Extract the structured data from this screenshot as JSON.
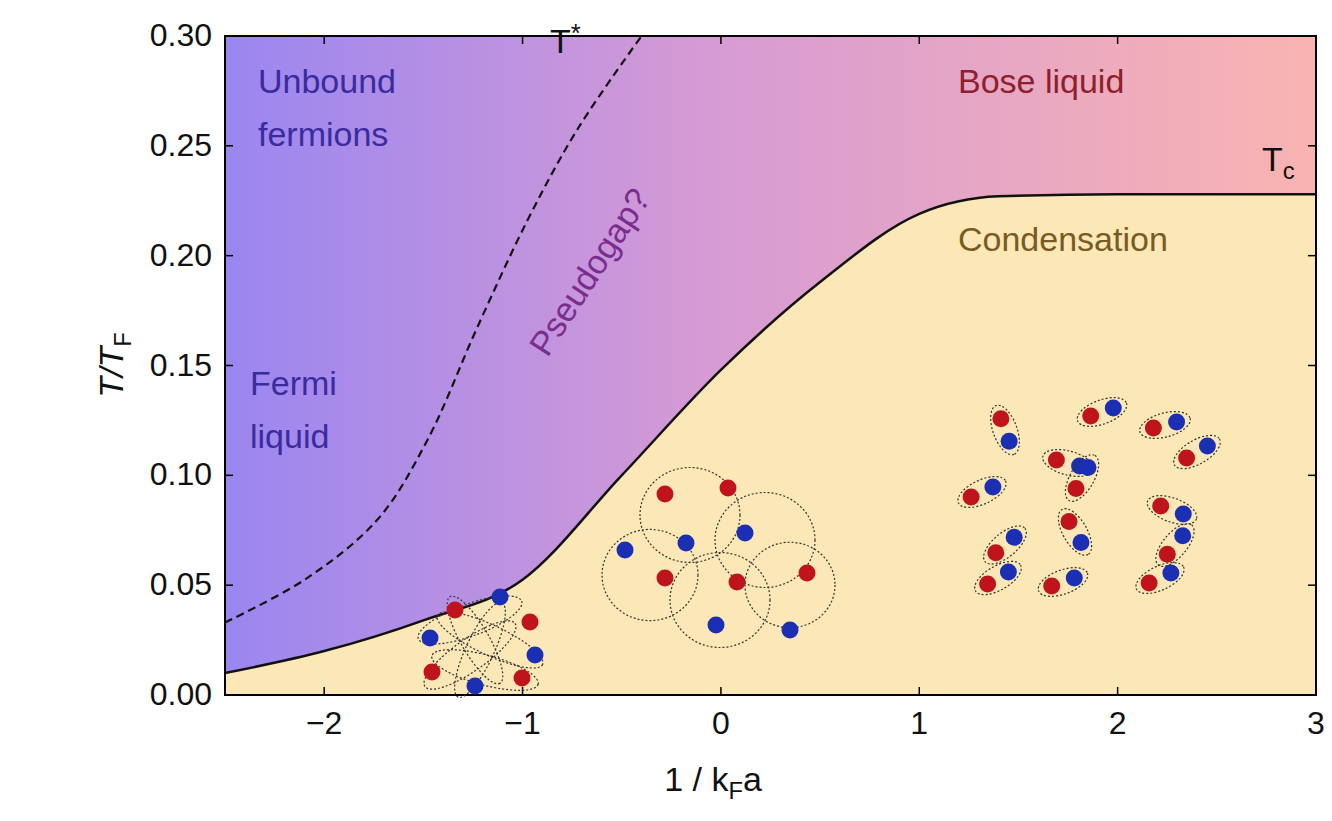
{
  "diagram": {
    "labels": [
      "Unbound fermions",
      "Fermi liquid",
      "Bose liquid",
      "Condensation",
      "Pseudogap?",
      "T",
      "*",
      "T",
      "c",
      "0.00",
      "0.05",
      "0.10",
      "0.15",
      "0.20",
      "0.25",
      "0.30",
      "−2",
      "−1",
      "0",
      "1",
      "2",
      "3",
      "T/T",
      "F",
      "1 / k",
      "F",
      "a"
    ]
  }
}
